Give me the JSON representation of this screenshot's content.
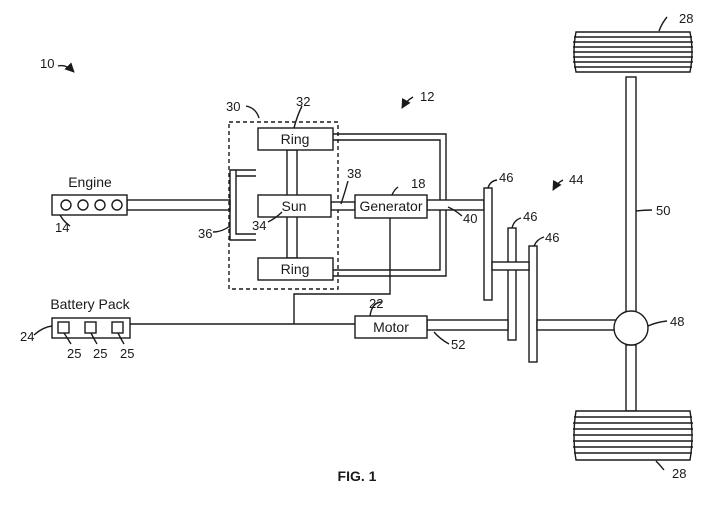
{
  "figure_title": "FIG. 1",
  "components": {
    "engine": "Engine",
    "ring_top": "Ring",
    "sun": "Sun",
    "ring_bottom": "Ring",
    "generator": "Generator",
    "battery_pack": "Battery Pack",
    "motor": "Motor"
  },
  "refs": {
    "r10": "10",
    "r12": "12",
    "r14": "14",
    "r18": "18",
    "r22": "22",
    "r24": "24",
    "r25a": "25",
    "r25b": "25",
    "r25c": "25",
    "r28_top": "28",
    "r28_bottom": "28",
    "r30": "30",
    "r32": "32",
    "r34": "34",
    "r36": "36",
    "r38": "38",
    "r40": "40",
    "r44": "44",
    "r46a": "46",
    "r46b": "46",
    "r46c": "46",
    "r48": "48",
    "r50": "50",
    "r52": "52"
  }
}
